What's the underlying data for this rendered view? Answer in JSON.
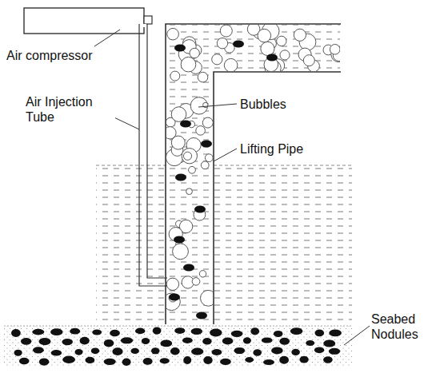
{
  "diagram": {
    "labels": [
      "Air compressor",
      "Air Injection Tube",
      "Bubbles",
      "Lifting Pipe",
      "Seabed Nodules"
    ]
  }
}
